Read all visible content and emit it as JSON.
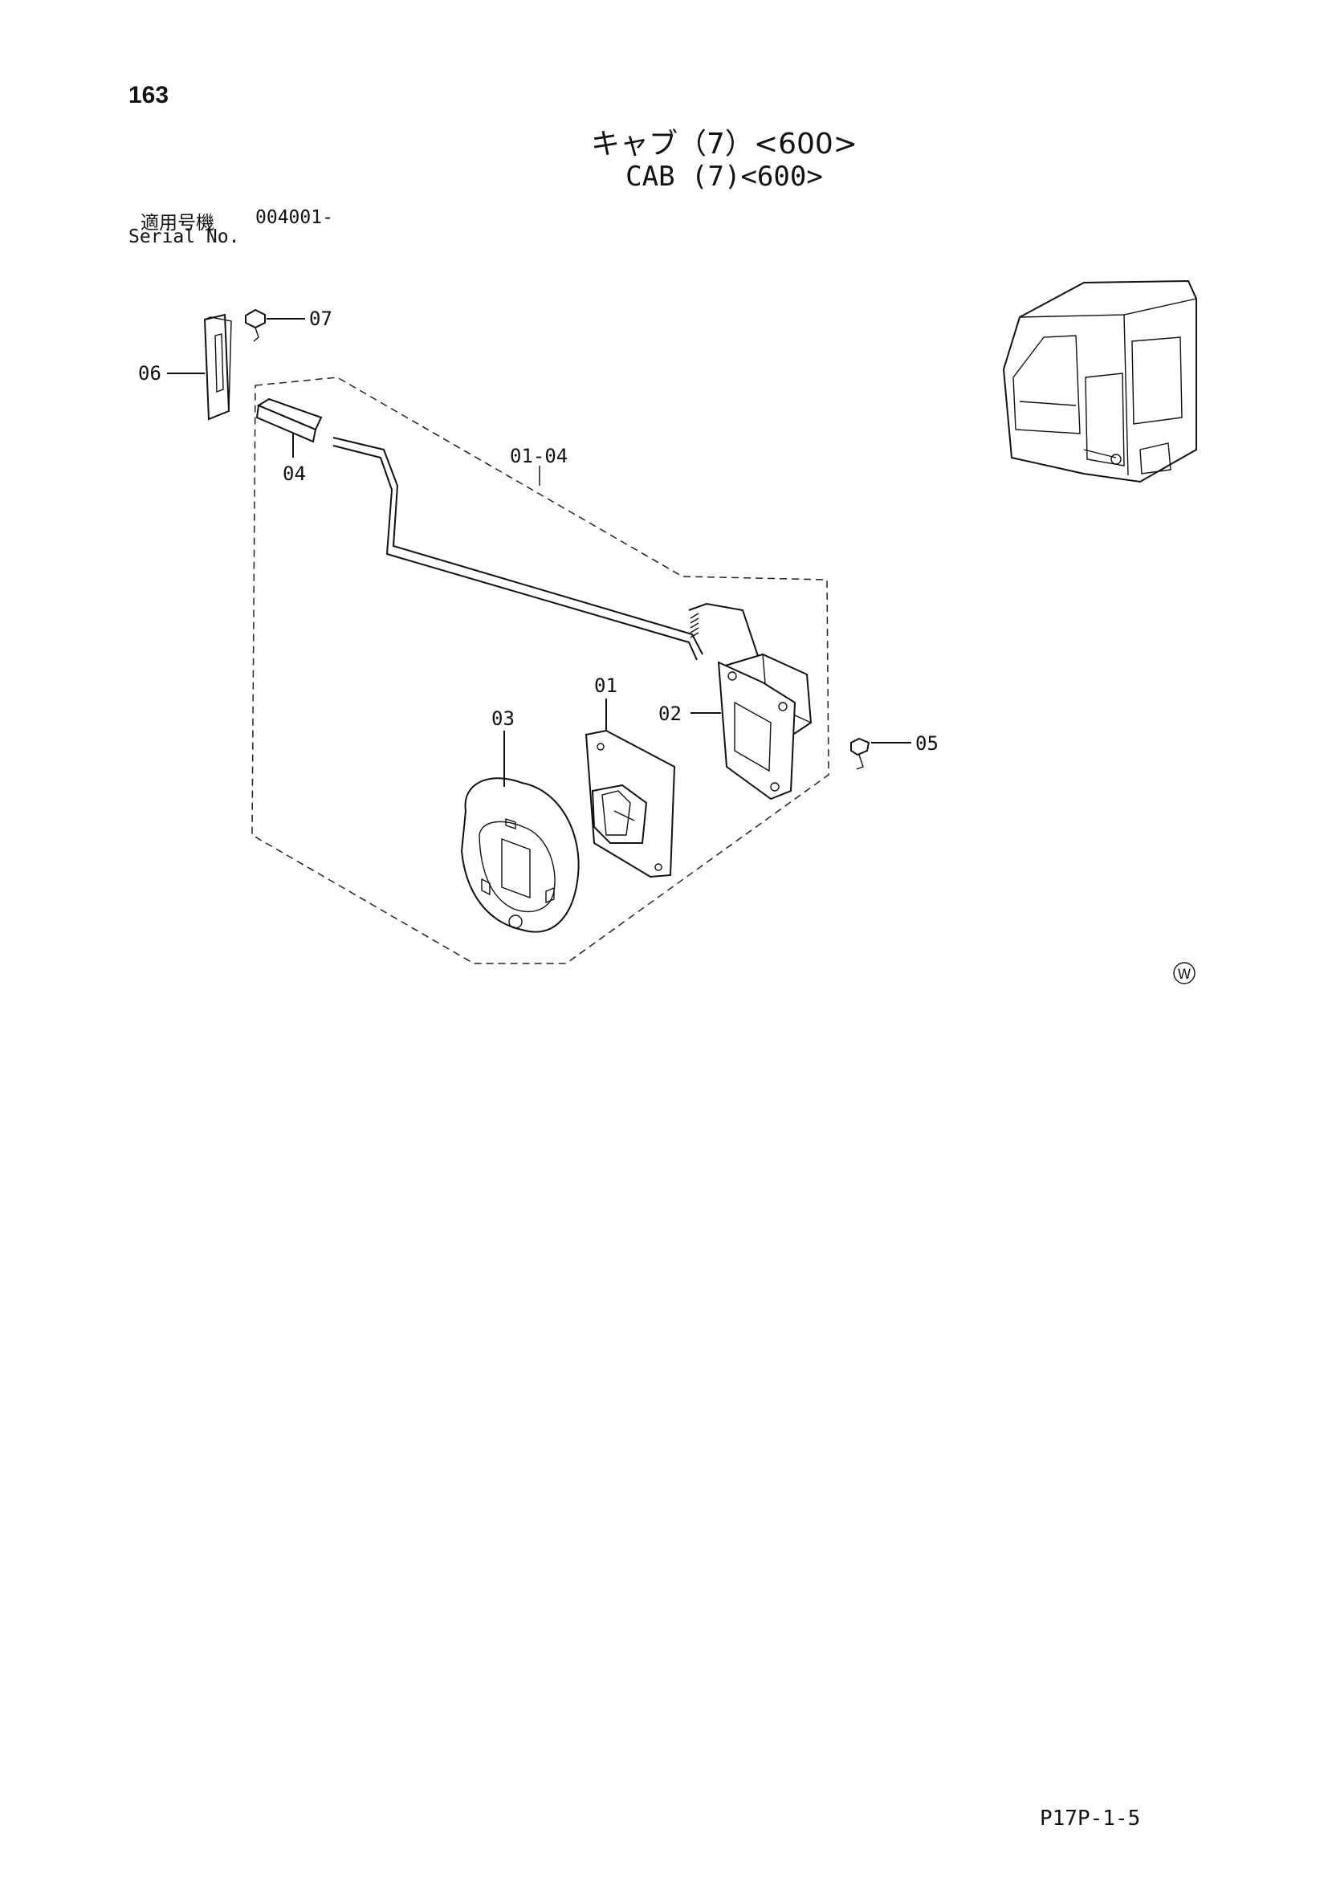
{
  "page_number": "163",
  "title_jp": "キャブ（7）<600>",
  "title_en": "CAB (7)<600>",
  "serial": {
    "label_jp": "適用号機",
    "value": "004001-",
    "label_en": "Serial No."
  },
  "callouts": {
    "c07": "07",
    "c06": "06",
    "c04": "04",
    "c0104": "01-04",
    "c01": "01",
    "c02": "02",
    "c03": "03",
    "c05": "05"
  },
  "badge": "W",
  "footer_code": "P17P-1-5",
  "icons": [
    "cab-overview-icon",
    "bolt-icon",
    "latch-icon",
    "handle-icon",
    "rod-icon",
    "spring-icon",
    "bracket-icon",
    "cover-icon",
    "plate-icon",
    "grip-icon"
  ]
}
